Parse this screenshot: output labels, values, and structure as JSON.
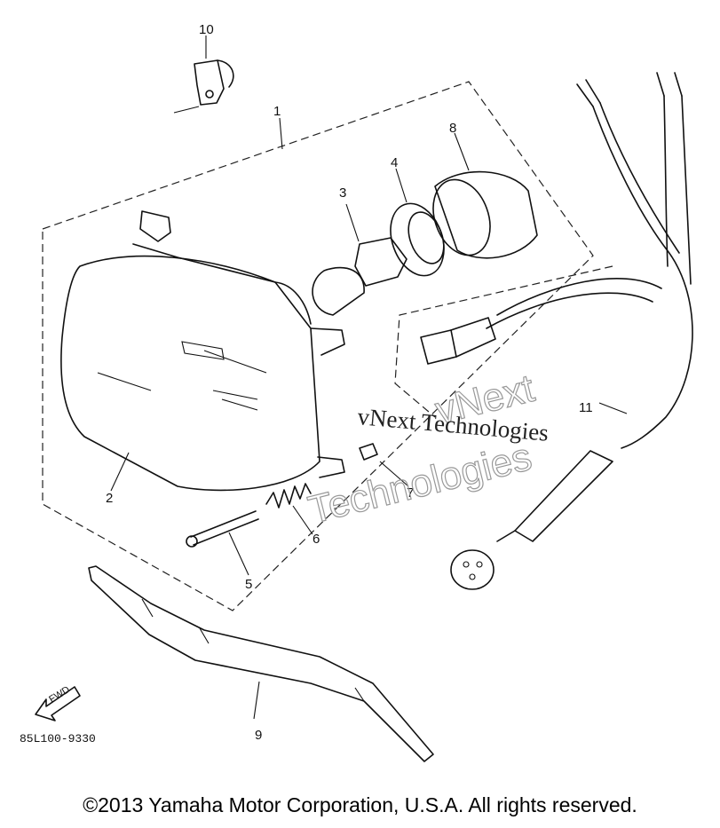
{
  "callouts": {
    "c1": "1",
    "c2": "2",
    "c3": "3",
    "c4": "4",
    "c5": "5",
    "c6": "6",
    "c7": "7",
    "c8": "8",
    "c9": "9",
    "c10": "10",
    "c11": "11"
  },
  "part_code": "85L100-9330",
  "fwd_label": "FWD",
  "watermark": {
    "line1": "vNext Technologies",
    "outline_top": "vNext",
    "outline_bottom": "Technologies"
  },
  "copyright": "©2013 Yamaha Motor Corporation, U.S.A. All rights reserved."
}
